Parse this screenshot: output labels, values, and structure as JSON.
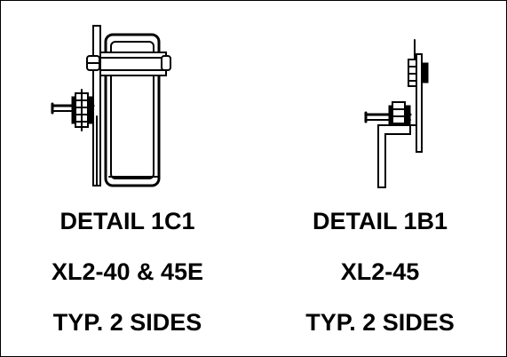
{
  "details": [
    {
      "title": "DETAIL 1C1",
      "part": "XL2-40 & 45E",
      "note": "TYP. 2 SIDES"
    },
    {
      "title": "DETAIL 1B1",
      "part": "XL2-45",
      "note": "TYP. 2 SIDES"
    }
  ],
  "colors": {
    "ink": "#000000",
    "paper": "#ffffff"
  }
}
